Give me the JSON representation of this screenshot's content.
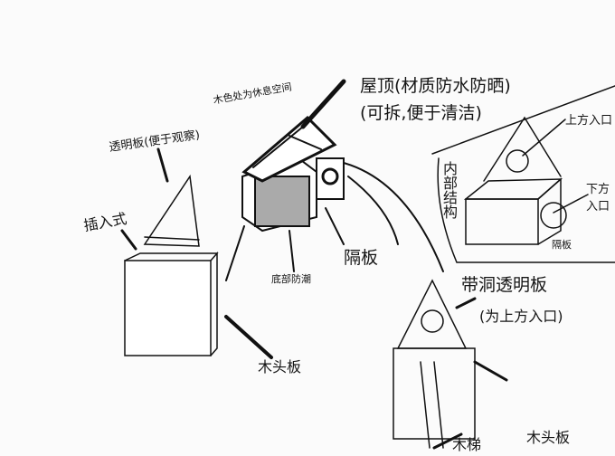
{
  "labels": {
    "roof_line1": "屋顶(材质防水防晒)",
    "roof_line2": "(可拆,便于清洁)",
    "wood_rest": "木色处为休息空间",
    "clear_panel": "透明板(便于观察)",
    "insert_type": "插入式",
    "bottom_moisture": "底部防潮",
    "divider": "隔板",
    "inner_structure": "内部结构",
    "top_entrance": "上方入口",
    "bottom_entrance": "下方入口",
    "inner_divider": "隔板",
    "holed_panel_line1": "带洞透明板",
    "holed_panel_line2": "(为上方入口)",
    "wood_board_left": "木头板",
    "wood_ladder": "木梯",
    "wood_board_right": "木头板"
  }
}
